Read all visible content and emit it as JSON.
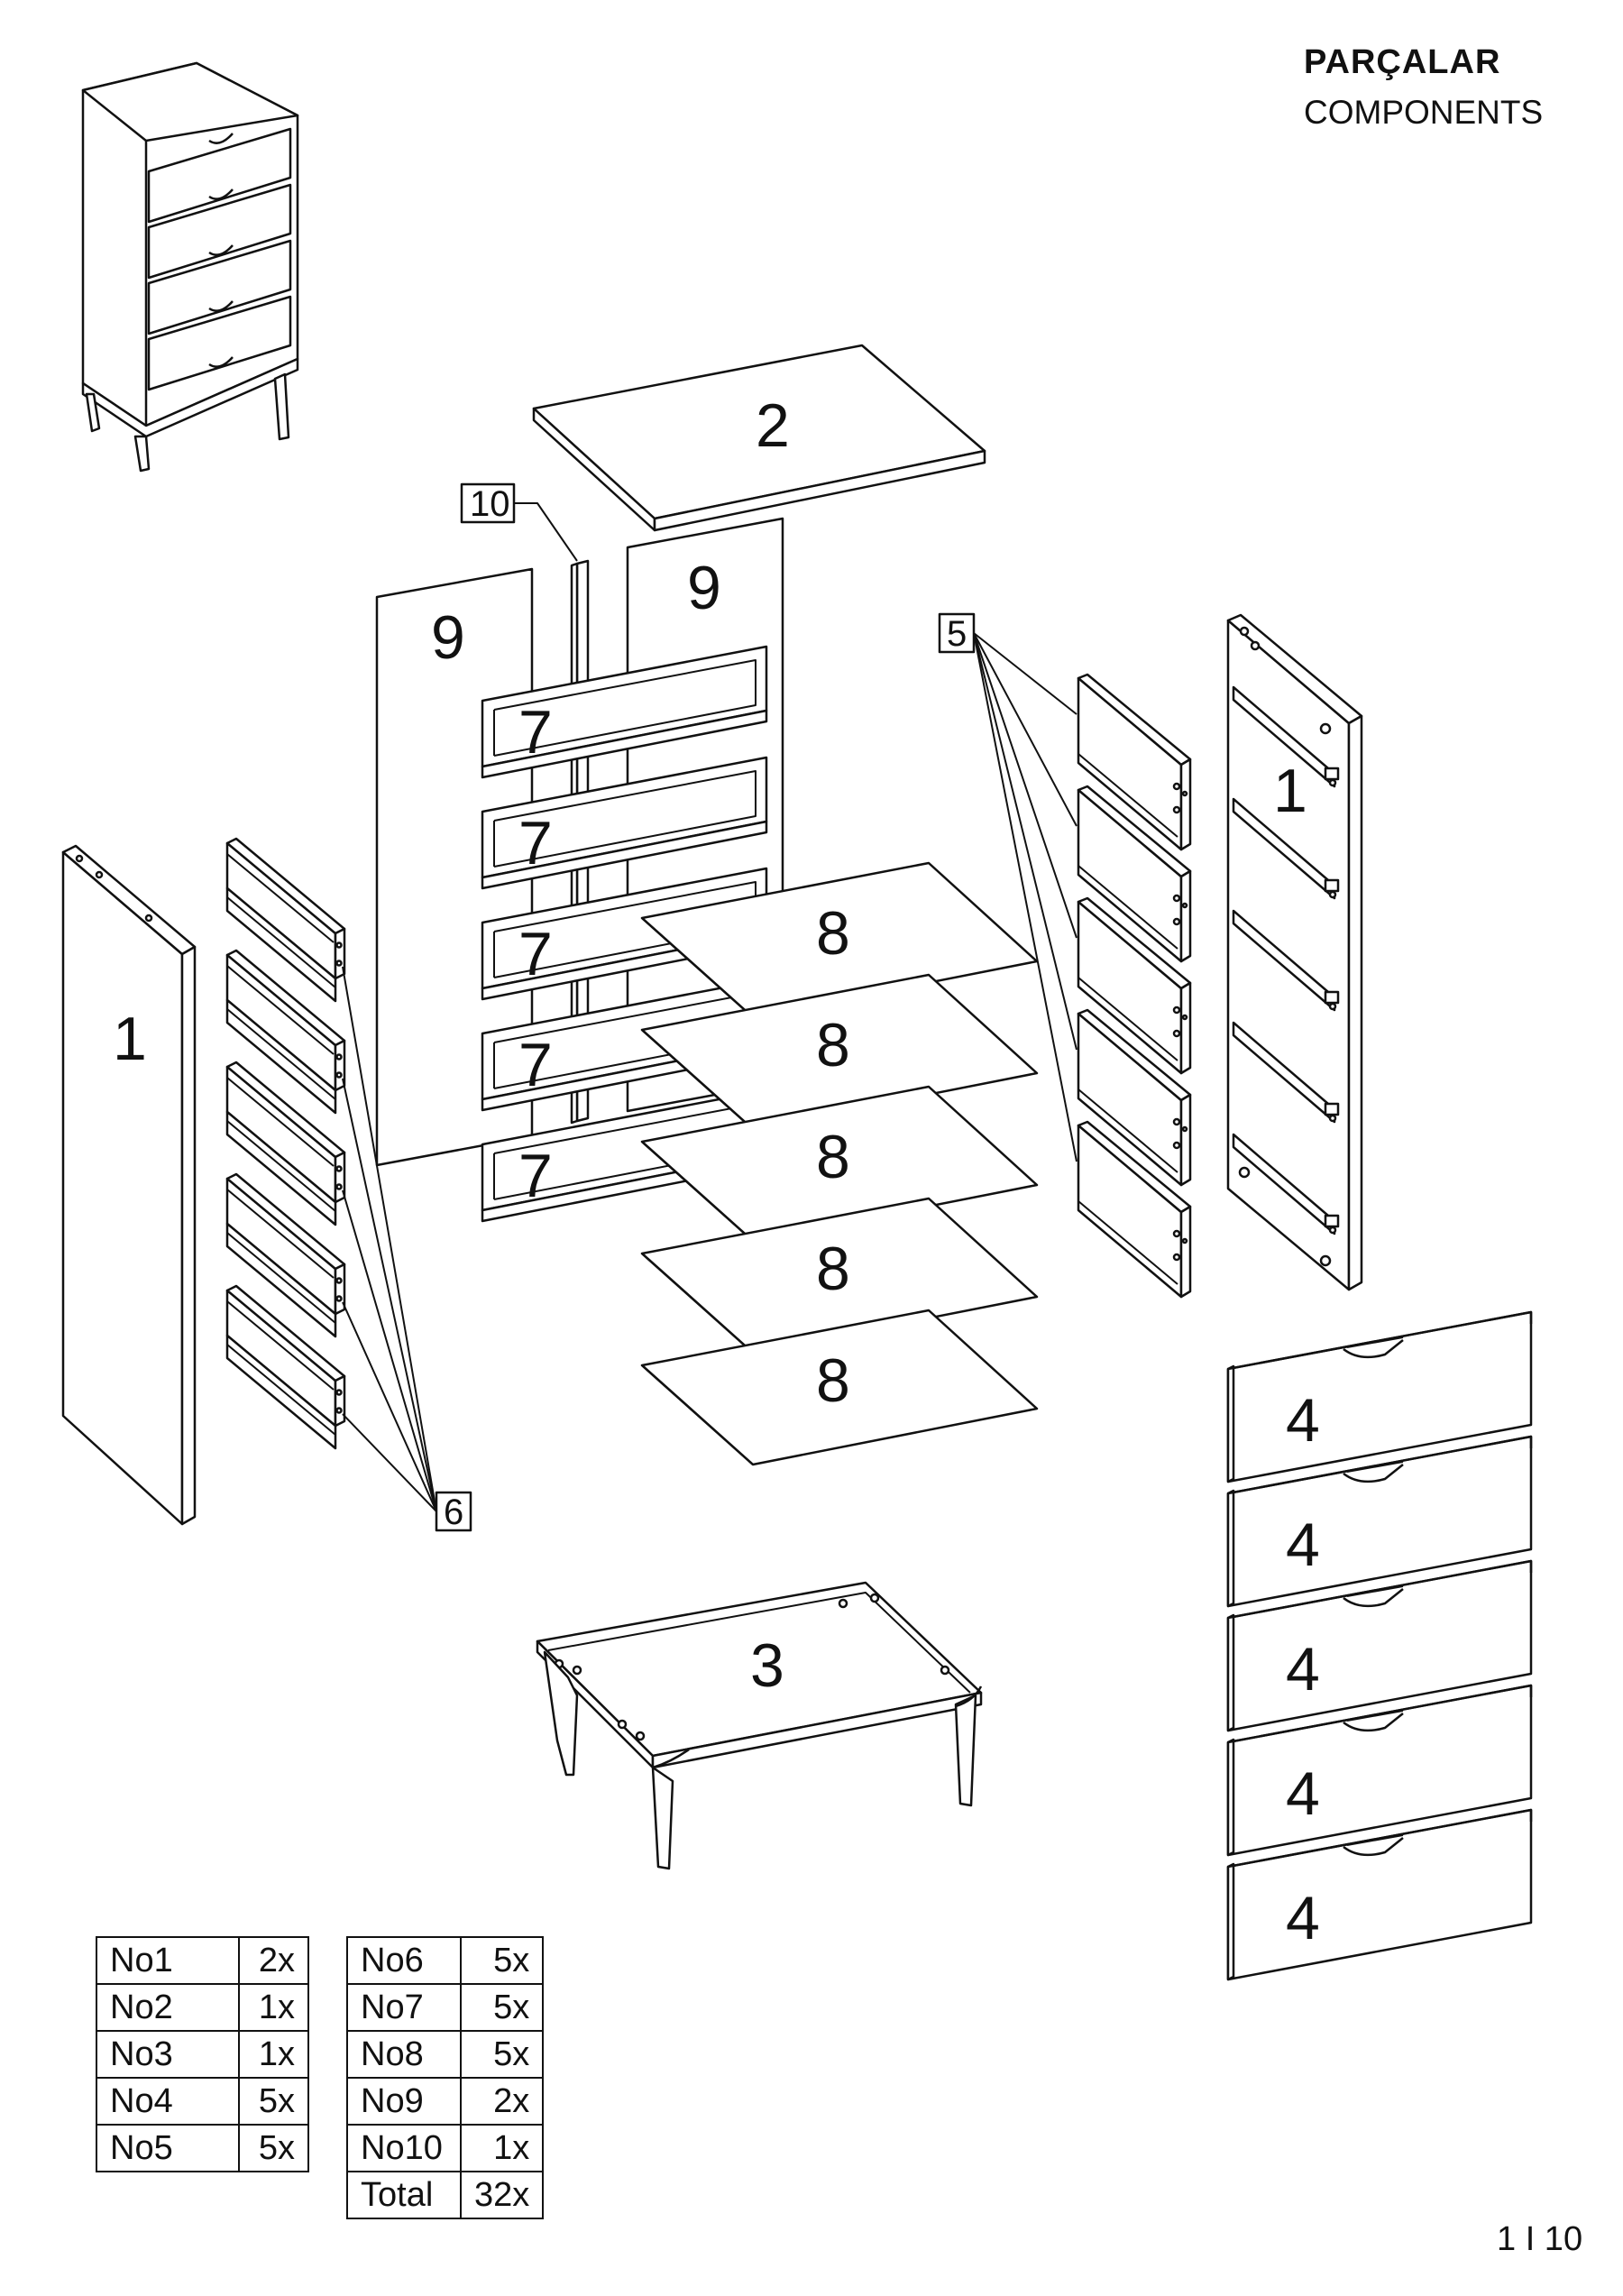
{
  "header": {
    "title_tr": "PARÇALAR",
    "title_en": "COMPONENTS"
  },
  "labels": {
    "side_panel": "1",
    "top": "2",
    "base": "3",
    "drawer_front": "4",
    "drawer_side_right": "5",
    "drawer_side_left": "6",
    "drawer_back": "7",
    "drawer_bottom": "8",
    "back_panel": "9",
    "back_strip": "10"
  },
  "parts_table": {
    "left": [
      {
        "name": "No1",
        "qty": "2x"
      },
      {
        "name": "No2",
        "qty": "1x"
      },
      {
        "name": "No3",
        "qty": "1x"
      },
      {
        "name": "No4",
        "qty": "5x"
      },
      {
        "name": "No5",
        "qty": "5x"
      }
    ],
    "right": [
      {
        "name": "No6",
        "qty": "5x"
      },
      {
        "name": "No7",
        "qty": "5x"
      },
      {
        "name": "No8",
        "qty": "5x"
      },
      {
        "name": "No9",
        "qty": "2x"
      },
      {
        "name": "No10",
        "qty": "1x"
      },
      {
        "name": "Total",
        "qty": "32x"
      }
    ]
  },
  "page_number": "1 I 10"
}
